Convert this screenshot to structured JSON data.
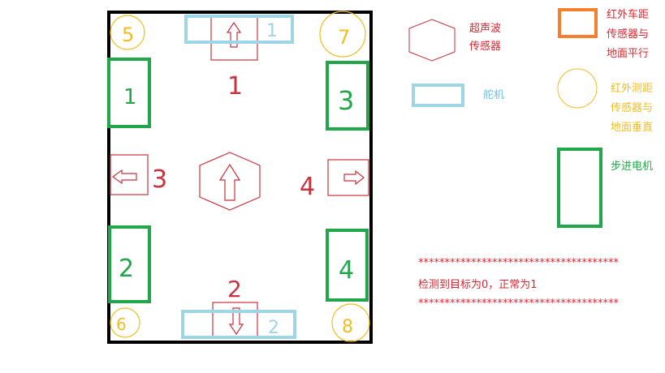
{
  "colors": {
    "frame": "#000000",
    "ultrasonic": "#c8323c",
    "servo": "#9fd6e6",
    "motor": "#22a64a",
    "ir_parallel": "#f57f2a",
    "ir_vertical": "#f2bd22",
    "note": "#e0252f"
  },
  "icons": {
    "arrow_up": "arrow-up-icon",
    "arrow_down": "arrow-down-icon",
    "arrow_left": "arrow-left-icon",
    "arrow_right": "arrow-right-icon",
    "hexagon": "hexagon-icon"
  },
  "diagram": {
    "ir_vertical_labels": [
      "5",
      "7",
      "6",
      "8"
    ],
    "servo_labels": [
      "1",
      "2"
    ],
    "motor_labels": [
      "1",
      "3",
      "2",
      "4"
    ],
    "ultrasonic_labels": [
      "1",
      "2",
      "3",
      "4"
    ]
  },
  "legend": {
    "ultrasonic": "超声波\n传感器",
    "ir_parallel": "红外车距\n传感器与\n地面平行",
    "servo": "舵机",
    "ir_vertical": "红外测距\n传感器与\n地面垂直",
    "motor": "步进电机"
  },
  "notes": {
    "stars": "**************************************",
    "text": "检测到目标为0，正常为1"
  }
}
